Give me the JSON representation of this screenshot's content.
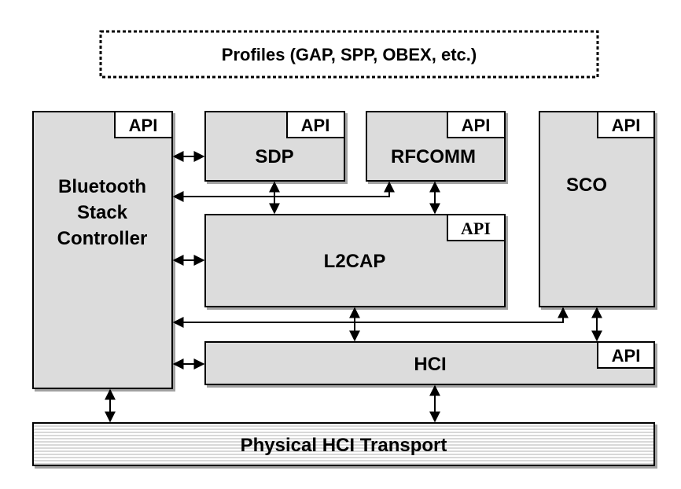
{
  "profiles": {
    "label": "Profiles (GAP, SPP, OBEX, etc.)"
  },
  "controller": {
    "line1": "Bluetooth",
    "line2": "Stack",
    "line3": "Controller",
    "api": "API"
  },
  "sdp": {
    "label": "SDP",
    "api": "API"
  },
  "rfcomm": {
    "label": "RFCOMM",
    "api": "API"
  },
  "sco": {
    "label": "SCO",
    "api": "API"
  },
  "l2cap": {
    "label": "L2CAP",
    "api": "API"
  },
  "hci": {
    "label": "HCI",
    "api": "API"
  },
  "transport": {
    "label": "Physical HCI Transport"
  },
  "colors": {
    "box_fill": "#dcdcdc",
    "stroke": "#000000",
    "api_fill": "#ffffff"
  }
}
